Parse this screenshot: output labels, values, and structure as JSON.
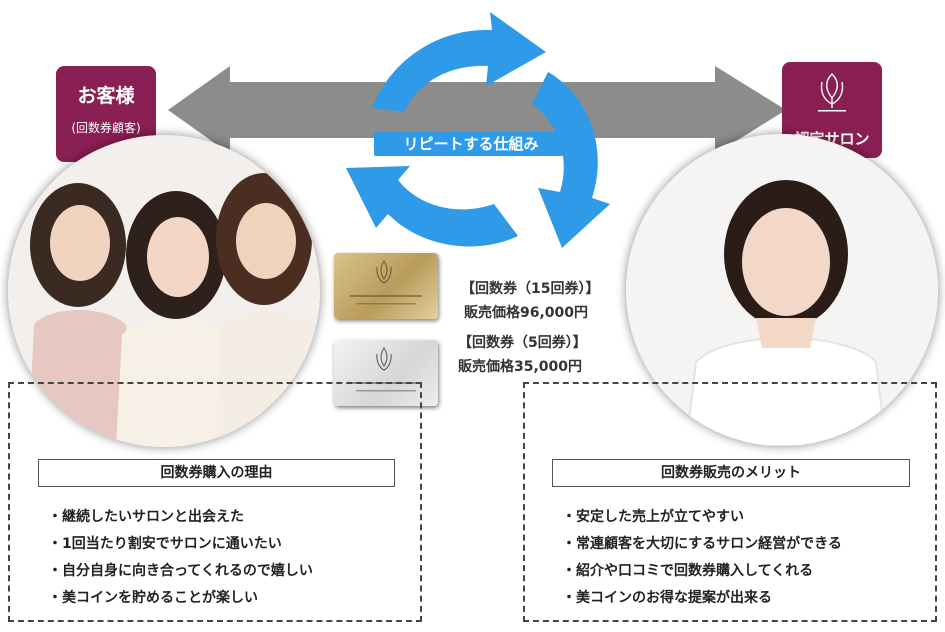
{
  "colors": {
    "accent_badge": "#8a1f53",
    "cycle_blue": "#2f9ae8",
    "arrow_gray": "#8c8c8c"
  },
  "customer_badge": {
    "title": "お客様",
    "subtitle": "(回数券顧客)"
  },
  "salon_badge": {
    "logo_icon": "kaizenbody-logo-icon",
    "title": "認定サロン"
  },
  "cycle": {
    "label": "リピートする仕組み",
    "icon": "repeat-cycle-icon"
  },
  "pricing": {
    "plan15_title": "【回数券（15回券）】",
    "plan15_price": "販売価格96,000円",
    "plan5_title": "【回数券（5回券）】",
    "plan5_price": "販売価格35,000円"
  },
  "left_box": {
    "title": "回数券購入の理由",
    "items": [
      "・継続したいサロンと出会えた",
      "・1回当たり割安でサロンに通いたい",
      "・自分自身に向き合ってくれるので嬉しい",
      "・美コインを貯めることが楽しい"
    ]
  },
  "right_box": {
    "title": "回数券販売のメリット",
    "items": [
      "・安定した売上が立てやすい",
      "・常連顧客を大切にするサロン経営ができる",
      "・紹介や口コミで回数券購入してくれる",
      "・美コインのお得な提案が出来る"
    ]
  }
}
